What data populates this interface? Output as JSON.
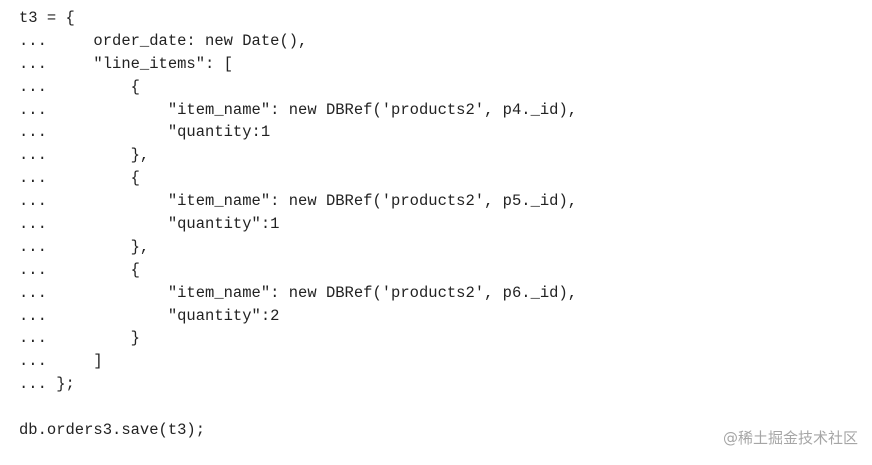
{
  "code": {
    "lines": [
      "t3 = {",
      "...     order_date: new Date(),",
      "...     \"line_items\": [",
      "...         {",
      "...             \"item_name\": new DBRef('products2', p4._id),",
      "...             \"quantity:1",
      "...         },",
      "...         {",
      "...             \"item_name\": new DBRef('products2', p5._id),",
      "...             \"quantity\":1",
      "...         },",
      "...         {",
      "...             \"item_name\": new DBRef('products2', p6._id),",
      "...             \"quantity\":2",
      "...         }",
      "...     ]",
      "... };",
      "",
      "db.orders3.save(t3);"
    ]
  },
  "watermark": {
    "text": "@稀土掘金技术社区"
  }
}
